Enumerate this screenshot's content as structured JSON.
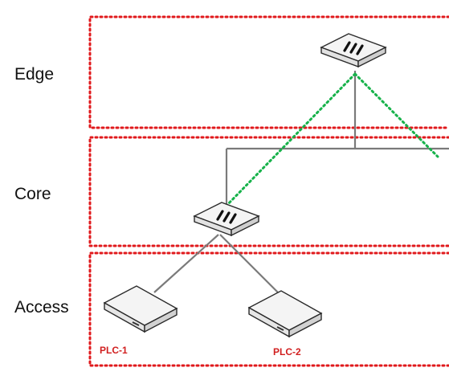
{
  "zones": [
    {
      "id": "edge",
      "label": "Edge"
    },
    {
      "id": "core",
      "label": "Core"
    },
    {
      "id": "access",
      "label": "Access"
    }
  ],
  "devices": [
    {
      "id": "edge-switch",
      "type": "managed-switch"
    },
    {
      "id": "core-switch",
      "type": "managed-switch"
    },
    {
      "id": "plc-1",
      "type": "plc",
      "label": "PLC-1"
    },
    {
      "id": "plc-2",
      "type": "plc",
      "label": "PLC-2"
    }
  ],
  "links": [
    {
      "from": "edge-switch",
      "to": "core-backbone",
      "style": "solid"
    },
    {
      "from": "core-switch",
      "to": "core-backbone",
      "style": "solid"
    },
    {
      "from": "core-switch",
      "to": "plc-1",
      "style": "solid"
    },
    {
      "from": "core-switch",
      "to": "plc-2",
      "style": "solid"
    },
    {
      "from": "edge-switch",
      "to": "core-switch",
      "style": "dotted"
    }
  ],
  "colors": {
    "zone_border": "#e0191c",
    "label_red": "#d11f1f",
    "link_solid": "#7a7a7a",
    "link_dotted": "#16b24a",
    "device_fill": "#f4f4f4",
    "device_stroke": "#2a2a2a"
  }
}
